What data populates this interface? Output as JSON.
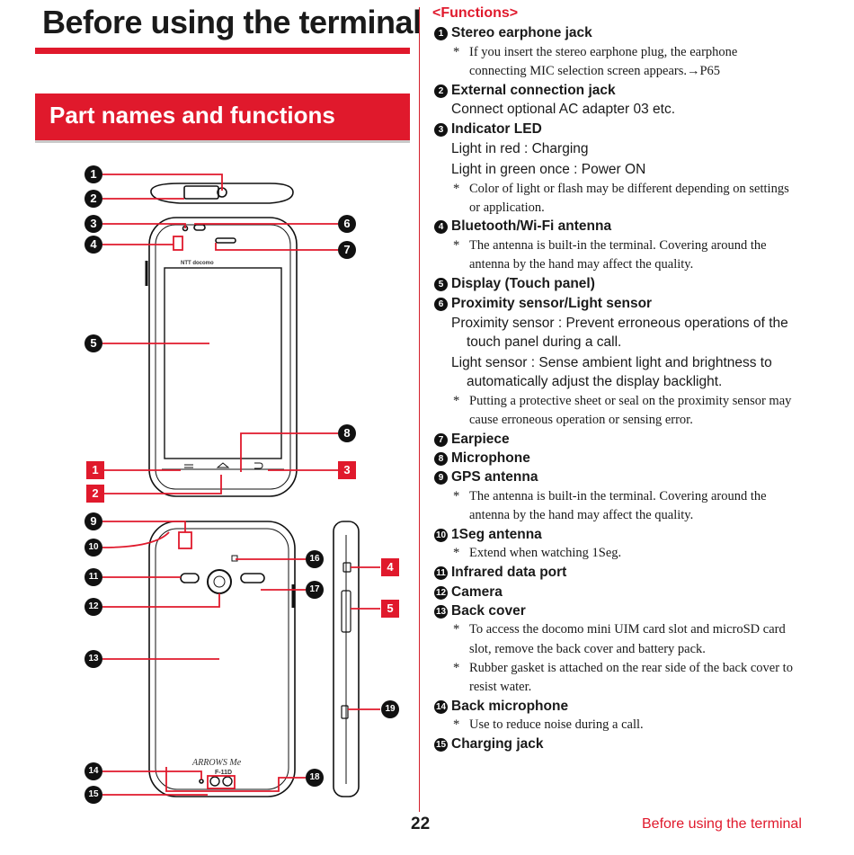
{
  "page": {
    "title": "Before using the terminal",
    "section": "Part names and functions",
    "page_number": "22",
    "footer": "Before using the terminal"
  },
  "figure": {
    "front_callouts": [
      "1",
      "2",
      "3",
      "4",
      "5",
      "6",
      "7",
      "8"
    ],
    "front_key_labels": [
      "1",
      "2",
      "3"
    ],
    "back_callouts": [
      "9",
      "10",
      "11",
      "12",
      "13",
      "14",
      "15",
      "16",
      "17",
      "18"
    ],
    "side_key_labels": [
      "4",
      "5"
    ],
    "side_callouts": [
      "19"
    ],
    "brand_text": "NTT docomo",
    "model_logo": "ARROWS Me",
    "model_number": "F-11D",
    "colors": {
      "accent": "#e0192c",
      "line": "#111111"
    }
  },
  "functions": {
    "heading": "<Functions>",
    "items": [
      {
        "num": "1",
        "title": "Stereo earphone jack"
      },
      {
        "num": "2",
        "title": "External connection jack"
      },
      {
        "num": "3",
        "title": "Indicator LED"
      },
      {
        "num": "4",
        "title": "Bluetooth/Wi-Fi antenna"
      },
      {
        "num": "5",
        "title": "Display (Touch panel)"
      },
      {
        "num": "6",
        "title": "Proximity sensor/Light sensor"
      },
      {
        "num": "7",
        "title": "Earpiece"
      },
      {
        "num": "8",
        "title": "Microphone"
      },
      {
        "num": "9",
        "title": "GPS antenna"
      },
      {
        "num": "10",
        "title": "1Seg antenna"
      },
      {
        "num": "11",
        "title": "Infrared data port"
      },
      {
        "num": "12",
        "title": "Camera"
      },
      {
        "num": "13",
        "title": "Back cover"
      },
      {
        "num": "14",
        "title": "Back microphone"
      },
      {
        "num": "15",
        "title": "Charging jack"
      }
    ],
    "n1_note_1": "If you insert the stereo earphone plug, the earphone",
    "n1_note_2": "connecting MIC selection screen appears.→P65",
    "n2_body": "Connect optional AC adapter 03 etc.",
    "n3_body_1": "Light in red : Charging",
    "n3_body_2": "Light in green once : Power ON",
    "n3_note_1": "Color of light or flash may be different depending on settings",
    "n3_note_2": "or application.",
    "n4_note_1": "The antenna is built-in the terminal. Covering around the",
    "n4_note_2": "antenna by the hand may affect the quality.",
    "n6_body_1": "Proximity sensor : Prevent erroneous operations of the",
    "n6_body_2": "touch panel during a call.",
    "n6_body_3": "Light sensor : Sense ambient light and brightness to",
    "n6_body_4": "automatically adjust the display backlight.",
    "n6_note_1": "Putting a protective sheet or seal on the proximity sensor may",
    "n6_note_2": "cause erroneous operation or sensing error.",
    "n9_note_1": "The antenna is built-in the terminal. Covering around the",
    "n9_note_2": "antenna by the hand may affect the quality.",
    "n10_note": "Extend when watching 1Seg.",
    "n13_note_1": "To access the docomo mini UIM card slot and microSD card",
    "n13_note_2": "slot, remove the back cover and battery pack.",
    "n13_note_3": "Rubber gasket is attached on the rear side of the back cover to",
    "n13_note_4": "resist water.",
    "n14_note": "Use to reduce noise during a call.",
    "star": "*"
  }
}
